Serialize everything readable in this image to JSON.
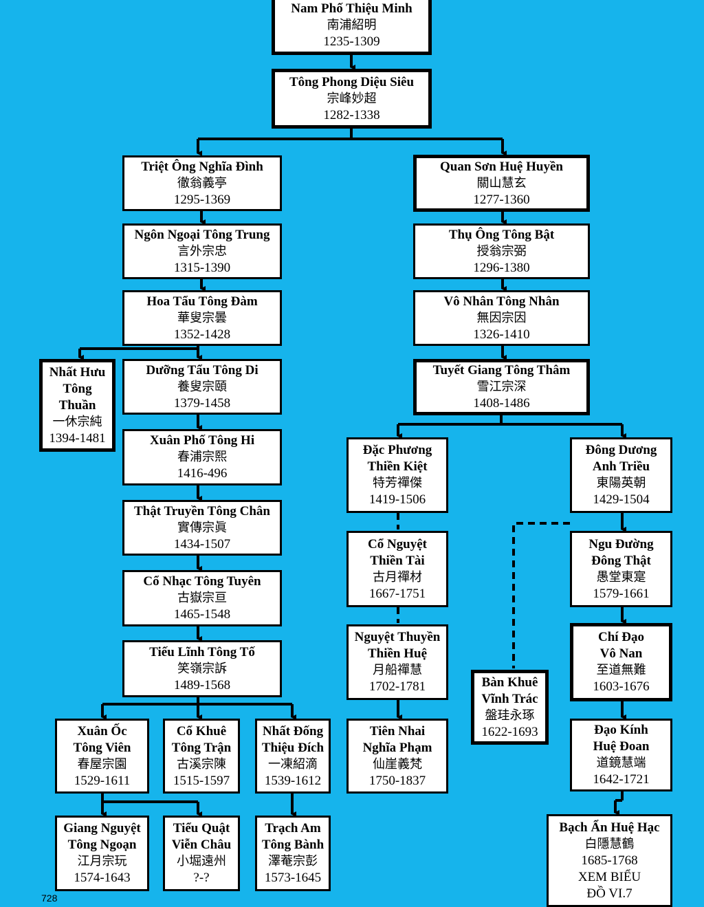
{
  "nodes": {
    "n1": {
      "name": "Nam Phố Thiệu Minh",
      "han": "南浦紹明",
      "years": "1235-1309"
    },
    "n2": {
      "name": "Tông Phong Diệu Siêu",
      "han": "宗峰妙超",
      "years": "1282-1338"
    },
    "n3": {
      "name": "Triệt Ông Nghĩa Đình",
      "han": "徹翁義亭",
      "years": "1295-1369"
    },
    "n4": {
      "name": "Ngôn Ngoại Tông Trung",
      "han": "言外宗忠",
      "years": "1315-1390"
    },
    "n5": {
      "name": "Hoa Tẩu Tông Đàm",
      "han": "華叟宗曇",
      "years": "1352-1428"
    },
    "n6": {
      "name": "Nhất Hưu Tông Thuần",
      "han": "一休宗純",
      "years": "1394-1481"
    },
    "n7": {
      "name": "Dưỡng Tẩu Tông Di",
      "han": "養叟宗頤",
      "years": "1379-1458"
    },
    "n8": {
      "name": "Xuân Phố Tông Hi",
      "han": "春浦宗熙",
      "years": "1416-496"
    },
    "n9": {
      "name": "Thật Truyền Tông Chân",
      "han": "實傳宗眞",
      "years": "1434-1507"
    },
    "n10": {
      "name": "Cổ Nhạc Tông Tuyên",
      "han": "古嶽宗亘",
      "years": "1465-1548"
    },
    "n11": {
      "name": "Tiếu Lĩnh Tông Tố",
      "han": "笑嶺宗訴",
      "years": "1489-1568"
    },
    "n12": {
      "name": "Xuân Ốc Tông Viên",
      "han": "春屋宗園",
      "years": "1529-1611"
    },
    "n13": {
      "name": "Cổ Khuê Tông Trận",
      "han": "古溪宗陳",
      "years": "1515-1597"
    },
    "n14": {
      "name": "Nhất Đống Thiệu Đích",
      "han": "一凍紹滴",
      "years": "1539-1612"
    },
    "n15": {
      "name": "Giang Nguyệt Tông Ngoạn",
      "han": "江月宗玩",
      "years": "1574-1643"
    },
    "n16": {
      "name": "Tiểu Quật Viễn Châu",
      "han": "小堀遠州",
      "years": "?-?"
    },
    "n17": {
      "name": "Trạch Am Tông Bành",
      "han": "澤菴宗彭",
      "years": "1573-1645"
    },
    "n18": {
      "name": "Quan Sơn Huệ Huyền",
      "han": "關山慧玄",
      "years": "1277-1360"
    },
    "n19": {
      "name": "Thụ Ông Tông Bật",
      "han": "授翁宗弼",
      "years": "1296-1380"
    },
    "n20": {
      "name": "Vô Nhân Tông Nhân",
      "han": "無因宗因",
      "years": "1326-1410"
    },
    "n21": {
      "name": "Tuyết Giang Tông Thâm",
      "han": "雪江宗深",
      "years": "1408-1486"
    },
    "n22": {
      "name": "Đặc Phương Thiền Kiệt",
      "han": "特芳禪傑",
      "years": "1419-1506"
    },
    "n23": {
      "name": "Cổ Nguyệt Thiền Tài",
      "han": "古月禪材",
      "years": "1667-1751"
    },
    "n24": {
      "name": "Nguyệt Thuyền Thiền Huệ",
      "han": "月船禪慧",
      "years": "1702-1781"
    },
    "n25": {
      "name": "Tiên Nhai Nghĩa Phạm",
      "han": "仙崖義梵",
      "years": "1750-1837"
    },
    "n26": {
      "name": "Đông Dương Anh Triều",
      "han": "東陽英朝",
      "years": "1429-1504"
    },
    "n27": {
      "name": "Ngu Đường Đông Thật",
      "han": "愚堂東寔",
      "years": "1579-1661"
    },
    "n28": {
      "name": "Chí Đạo Vô Nan",
      "han": "至道無難",
      "years": "1603-1676"
    },
    "n29": {
      "name": "Bàn Khuê Vĩnh Trác",
      "han": "盤珪永琢",
      "years": "1622-1693"
    },
    "n30": {
      "name": "Đạo Kính Huệ Đoan",
      "han": "道鏡慧端",
      "years": "1642-1721"
    },
    "n31": {
      "name": "Bạch Ẩn Huệ Hạc",
      "han": "白隱慧鶴",
      "years": "1685-1768",
      "note": "XEM BIỂU ĐỒ VI.7"
    }
  },
  "page_number": "728"
}
